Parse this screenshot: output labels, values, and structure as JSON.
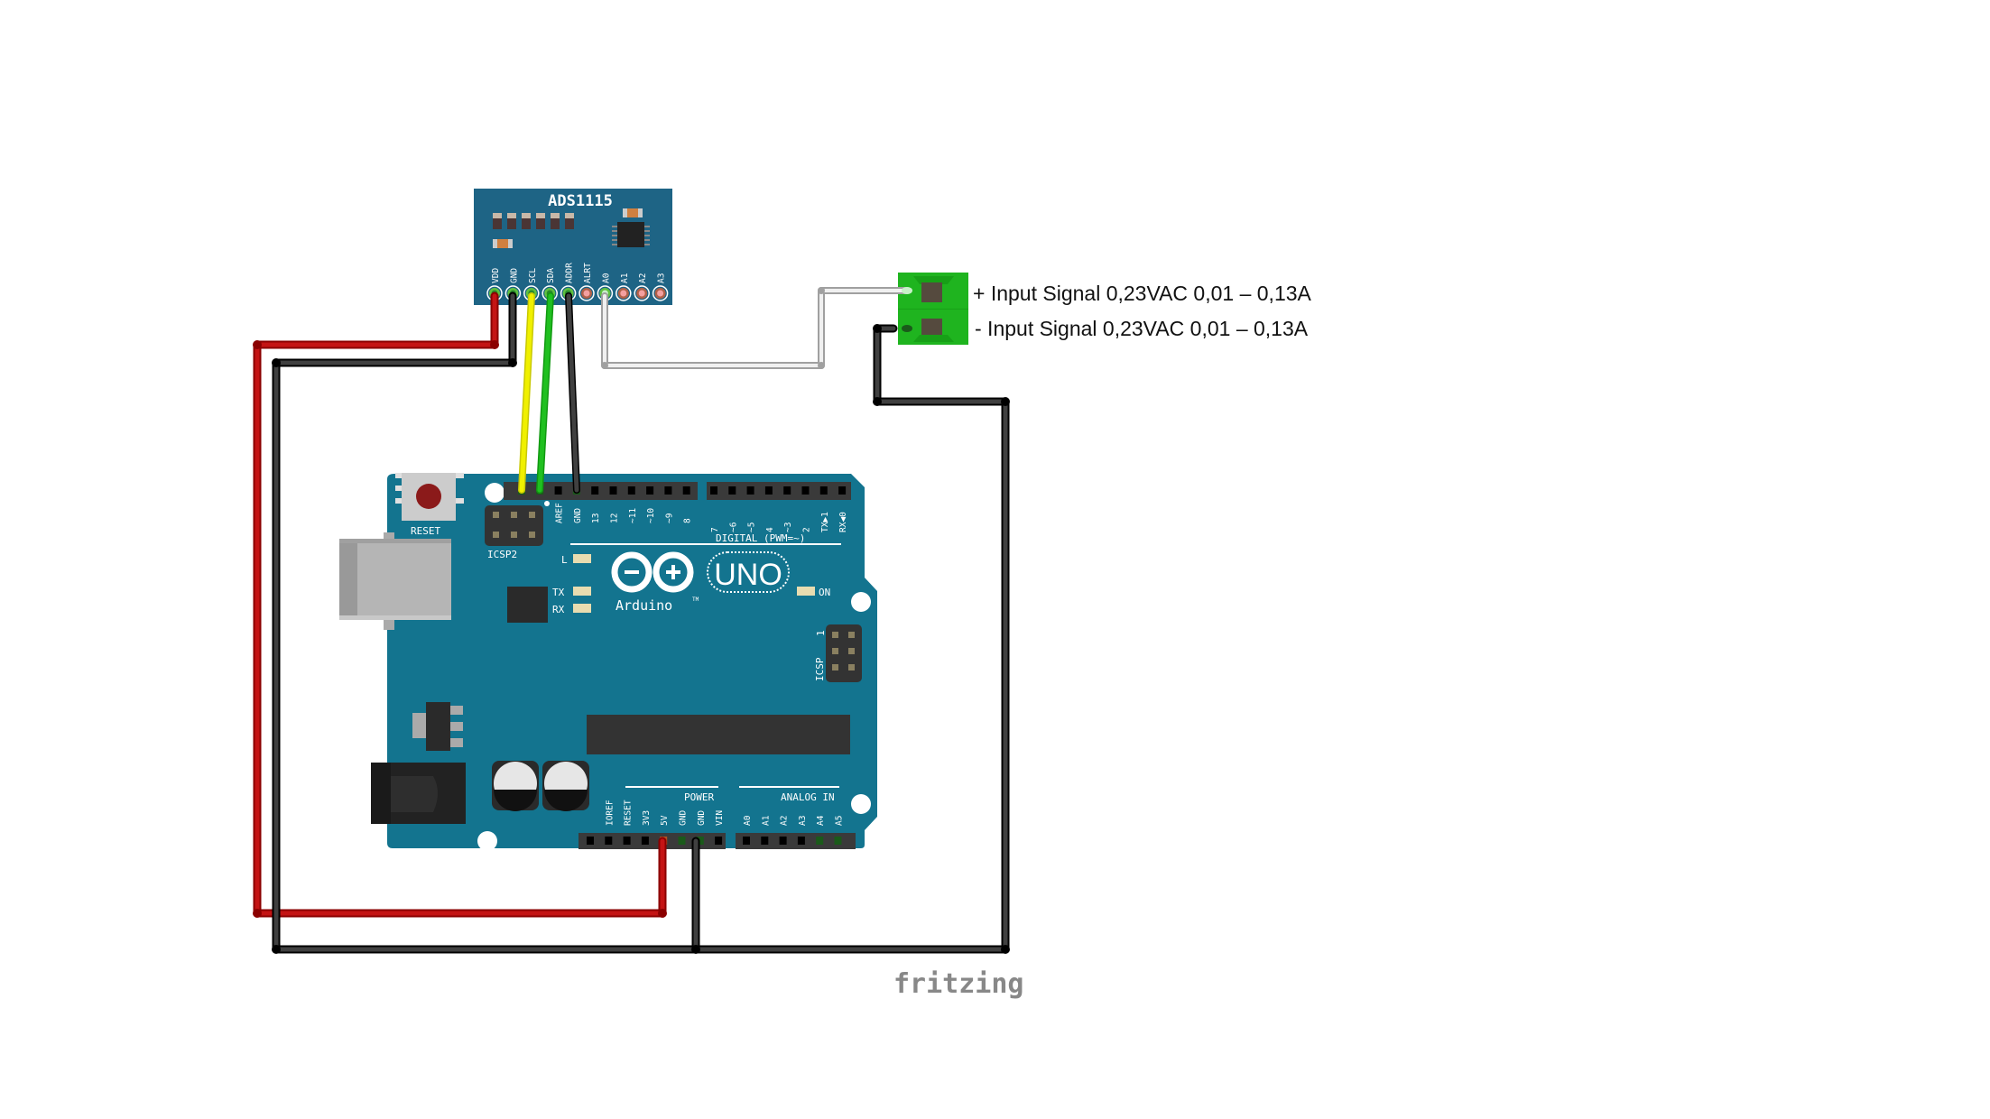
{
  "diagram": {
    "tool_watermark": "fritzing",
    "colors": {
      "board_arduino": "#13748f",
      "board_ads": "#1e6485",
      "terminal_green": "#1fb41f",
      "wire_red": "#c41414",
      "wire_black": "#404040",
      "wire_yellow": "#f0f000",
      "wire_green": "#20c020",
      "wire_white": "#e8e8e8",
      "watermark": "#888888"
    }
  },
  "ads1115": {
    "title": "ADS1115",
    "pins": [
      "VDD",
      "GND",
      "SCL",
      "SDA",
      "ADDR",
      "ALRT",
      "A0",
      "A1",
      "A2",
      "A3"
    ],
    "connected_pins": [
      "VDD",
      "GND",
      "SCL",
      "SDA",
      "ADDR",
      "A0"
    ]
  },
  "terminal": {
    "labels": [
      "+ Input Signal 0,23VAC 0,01 – 0,13A",
      "- Input Signal 0,23VAC 0,01 – 0,13A"
    ]
  },
  "arduino": {
    "logo_text": "Arduino",
    "trademark": "TM",
    "model": "UNO",
    "reset_label": "RESET",
    "icsp2_label": "ICSP2",
    "icsp_label": "ICSP",
    "icsp_pin1": "1",
    "led_labels": {
      "l": "L",
      "tx": "TX",
      "rx": "RX",
      "on": "ON"
    },
    "digital_header_title": "DIGITAL (PWM=~)",
    "digital_left": [
      "AREF",
      "GND",
      "13",
      "12",
      "~11",
      "~10",
      "~9",
      "8"
    ],
    "digital_right": [
      "7",
      "~6",
      "~5",
      "4",
      "~3",
      "2",
      "TX▶1",
      "RX◀0"
    ],
    "power_header_title": "POWER",
    "power_pins": [
      "IOREF",
      "RESET",
      "3V3",
      "5V",
      "GND",
      "GND",
      "VIN"
    ],
    "analog_header_title": "ANALOG IN",
    "analog_pins": [
      "A0",
      "A1",
      "A2",
      "A3",
      "A4",
      "A5"
    ]
  },
  "connections": [
    {
      "from": "ADS1115 VDD",
      "to": "Arduino 5V",
      "color": "red"
    },
    {
      "from": "ADS1115 GND",
      "to": "Arduino GND (power)",
      "color": "black"
    },
    {
      "from": "ADS1115 SCL",
      "to": "Arduino SCL",
      "color": "yellow"
    },
    {
      "from": "ADS1115 SDA",
      "to": "Arduino SDA",
      "color": "green"
    },
    {
      "from": "ADS1115 ADDR",
      "to": "Arduino GND (digital)",
      "color": "black"
    },
    {
      "from": "ADS1115 A0",
      "to": "Terminal +",
      "color": "white"
    },
    {
      "from": "Terminal -",
      "to": "Arduino GND (power)",
      "color": "black"
    }
  ]
}
